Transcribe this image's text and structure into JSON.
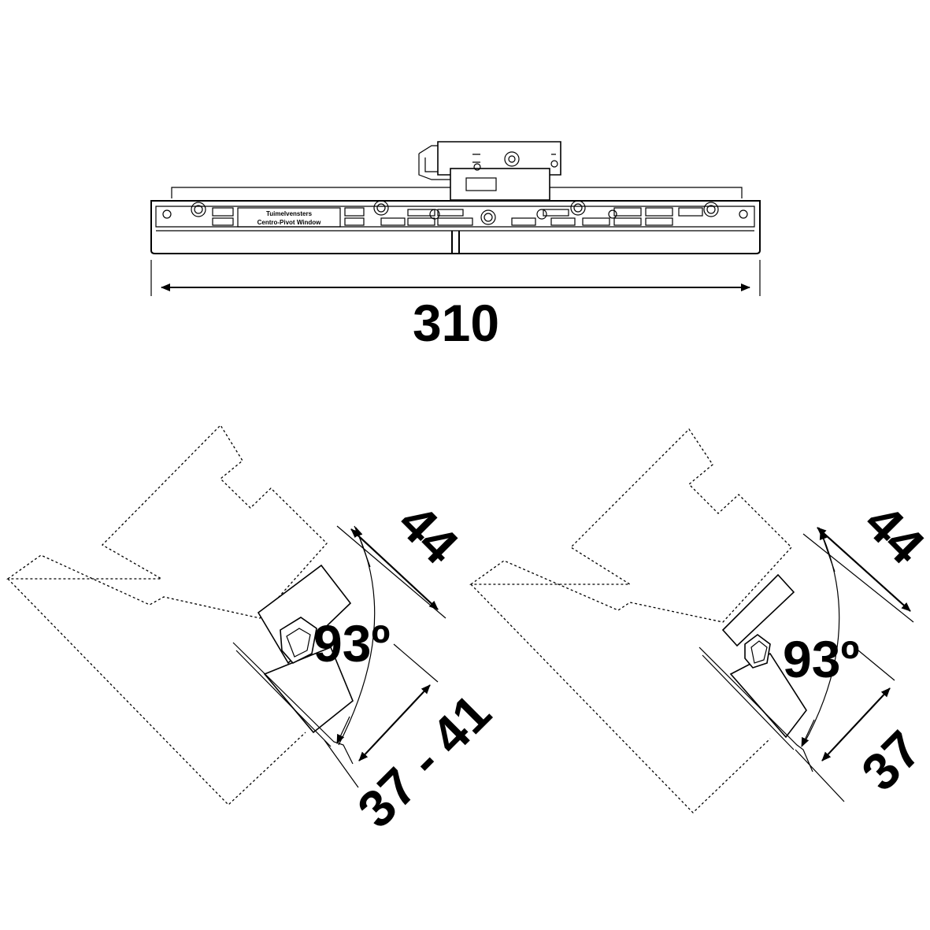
{
  "top_view": {
    "label_line1": "Tuimelvensters",
    "label_line2": "Centro-Pivot Window",
    "dimension_width": "310"
  },
  "left_view": {
    "dim_top": "44",
    "angle": "93º",
    "dim_bottom": "37 - 41"
  },
  "right_view": {
    "dim_top": "44",
    "angle": "93º",
    "dim_bottom": "37"
  }
}
